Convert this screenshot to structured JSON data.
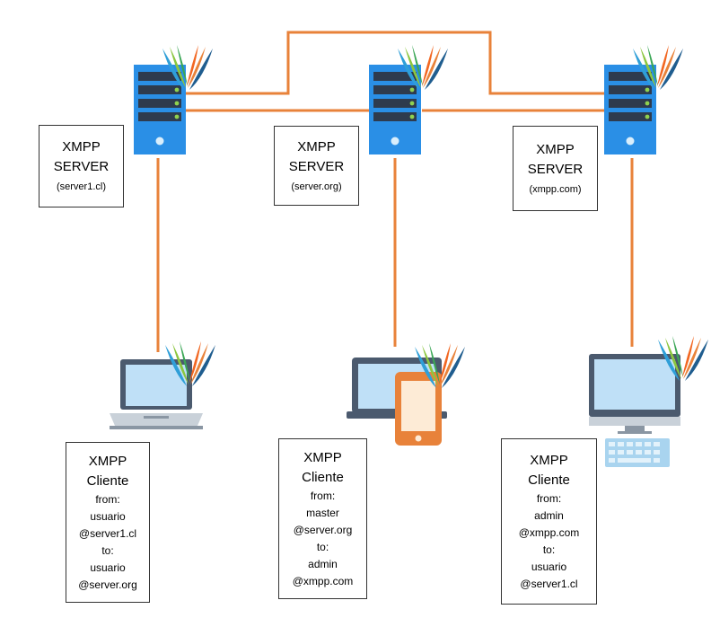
{
  "colors": {
    "link": "#e8823a",
    "server_body": "#2a8fe6",
    "server_slot": "#2e3b4e",
    "server_led": "#8fd14f",
    "screen": "#bfe0f7",
    "device_frame": "#4b5a6e",
    "phone": "#e8823a"
  },
  "icons": {
    "server": "server-rack-icon",
    "xmpp_logo": "xmpp-logo-icon",
    "laptop": "laptop-icon",
    "tablet_phone": "laptop-phone-icon",
    "desktop": "desktop-computer-icon"
  },
  "servers": [
    {
      "line1": "XMPP",
      "line2": "SERVER",
      "domain": "(server1.cl)"
    },
    {
      "line1": "XMPP",
      "line2": "SERVER",
      "domain": "(server.org)"
    },
    {
      "line1": "XMPP",
      "line2": "SERVER",
      "domain": "(xmpp.com)"
    }
  ],
  "clients": [
    {
      "line1": "XMPP",
      "line2": "Cliente",
      "from_label": "from:",
      "from_user": "usuario",
      "from_domain": "@server1.cl",
      "to_label": "to:",
      "to_user": "usuario",
      "to_domain": "@server.org"
    },
    {
      "line1": "XMPP",
      "line2": "Cliente",
      "from_label": "from:",
      "from_user": "master",
      "from_domain": "@server.org",
      "to_label": "to:",
      "to_user": "admin",
      "to_domain": "@xmpp.com"
    },
    {
      "line1": "XMPP",
      "line2": "Cliente",
      "from_label": "from:",
      "from_user": "admin",
      "from_domain": "@xmpp.com",
      "to_label": "to:",
      "to_user": "usuario",
      "to_domain": "@server1.cl"
    }
  ]
}
